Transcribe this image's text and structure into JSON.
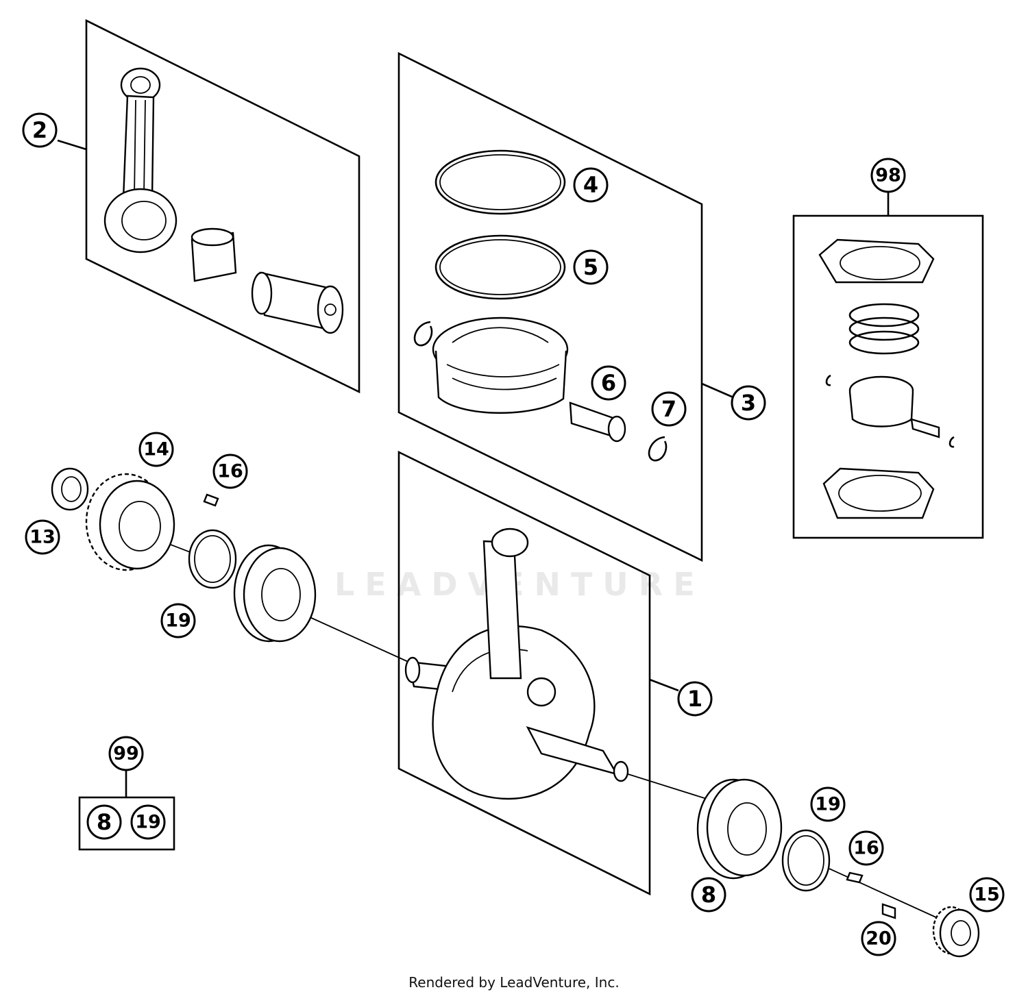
{
  "watermark": "LEADVENTURE",
  "footer": "Rendered by LeadVenture, Inc.",
  "callouts": {
    "c1": "1",
    "c2": "2",
    "c3": "3",
    "c4": "4",
    "c5": "5",
    "c6": "6",
    "c7": "7",
    "c8": "8",
    "c13": "13",
    "c14": "14",
    "c15": "15",
    "c16a": "16",
    "c16b": "16",
    "c19a": "19",
    "c19b": "19",
    "c20": "20",
    "c98": "98",
    "c99": "99",
    "kit99_a": "8",
    "kit99_b": "19"
  }
}
